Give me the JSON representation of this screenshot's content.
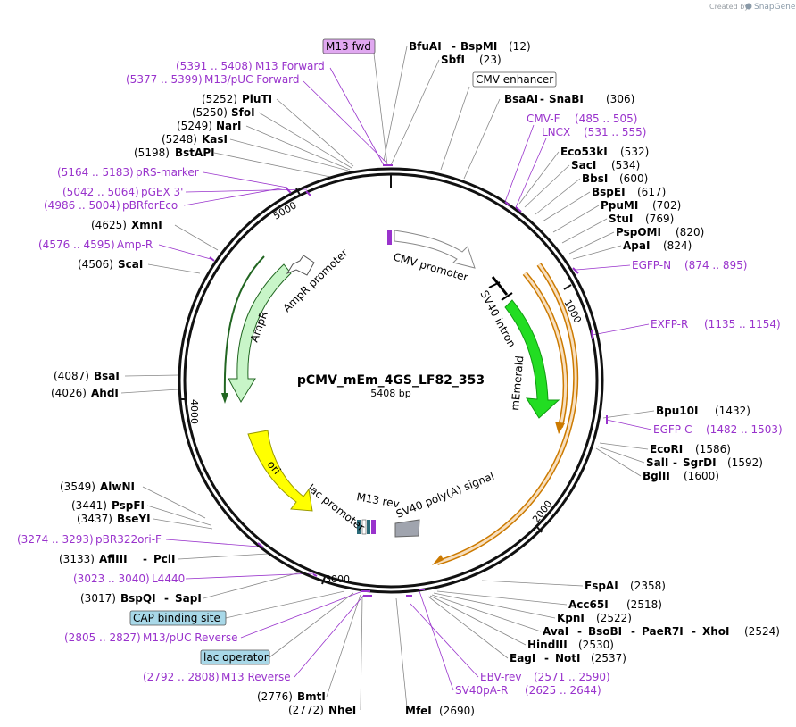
{
  "watermark": {
    "created_by": "Created by",
    "brand": "SnapGene"
  },
  "plasmid": {
    "name": "pCMV_mEm_4GS_LF82_353",
    "length": "5408 bp"
  },
  "ticks": {
    "t1000": "1000",
    "t2000": "2000",
    "t3000": "3000",
    "t4000": "4000",
    "t5000": "5000"
  },
  "boxed": {
    "m13fwd": "M13 fwd",
    "cmv_enhancer": "CMV enhancer",
    "cap_site": "CAP binding site",
    "lac_operator": "lac operator"
  },
  "features": {
    "cmv_promoter": "CMV promoter",
    "sv40_intron": "SV40 intron",
    "memerald": "mEmerald",
    "sv40_polya": "SV40 poly(A) signal",
    "m13rev": "M13 rev",
    "lac_promoter": "lac promoter",
    "ori": "ori",
    "ampr": "AmpR",
    "ampr_promoter": "AmpR promoter"
  },
  "right_enzymes": [
    {
      "name": "BfuAI",
      "name2": "BspMI",
      "pos": "(12)"
    },
    {
      "name": "SbfI",
      "name2": "",
      "pos": "(23)"
    },
    {
      "name": "BsaAI",
      "name2": "SnaBI",
      "pos": "(306)"
    },
    {
      "name": "Eco53kI",
      "name2": "",
      "pos": "(532)"
    },
    {
      "name": "SacI",
      "name2": "",
      "pos": "(534)"
    },
    {
      "name": "BbsI",
      "name2": "",
      "pos": "(600)"
    },
    {
      "name": "BspEI",
      "name2": "",
      "pos": "(617)"
    },
    {
      "name": "PpuMI",
      "name2": "",
      "pos": "(702)"
    },
    {
      "name": "StuI",
      "name2": "",
      "pos": "(769)"
    },
    {
      "name": "PspOMI",
      "name2": "",
      "pos": "(820)"
    },
    {
      "name": "ApaI",
      "name2": "",
      "pos": "(824)"
    },
    {
      "name": "Bpu10I",
      "name2": "",
      "pos": "(1432)"
    },
    {
      "name": "EcoRI",
      "name2": "",
      "pos": "(1586)"
    },
    {
      "name": "SalI",
      "name2": "SgrDI",
      "pos": "(1592)"
    },
    {
      "name": "BglII",
      "name2": "",
      "pos": "(1600)"
    },
    {
      "name": "FspAI",
      "name2": "",
      "pos": "(2358)"
    },
    {
      "name": "Acc65I",
      "name2": "",
      "pos": "(2518)"
    },
    {
      "name": "KpnI",
      "name2": "",
      "pos": "(2522)"
    },
    {
      "name": "AvaI",
      "name2": "BsoBI",
      "name3": "PaeR7I",
      "name4": "XhoI",
      "pos": "(2524)"
    },
    {
      "name": "HindIII",
      "name2": "",
      "pos": "(2530)"
    },
    {
      "name": "EagI",
      "name2": "NotI",
      "pos": "(2537)"
    },
    {
      "name": "MfeI",
      "name2": "",
      "pos": "(2690)"
    }
  ],
  "left_enzymes": [
    {
      "name": "PluTI",
      "pos": "(5252)"
    },
    {
      "name": "SfoI",
      "pos": "(5250)"
    },
    {
      "name": "NarI",
      "pos": "(5249)"
    },
    {
      "name": "KasI",
      "pos": "(5248)"
    },
    {
      "name": "BstAPI",
      "pos": "(5198)"
    },
    {
      "name": "XmnI",
      "pos": "(4625)"
    },
    {
      "name": "ScaI",
      "pos": "(4506)"
    },
    {
      "name": "BsaI",
      "pos": "(4087)"
    },
    {
      "name": "AhdI",
      "pos": "(4026)"
    },
    {
      "name": "AlwNI",
      "pos": "(3549)"
    },
    {
      "name": "PspFI",
      "pos": "(3441)"
    },
    {
      "name": "BseYI",
      "pos": "(3437)"
    },
    {
      "name": "AflIII",
      "name2": "PciI",
      "pos": "(3133)"
    },
    {
      "name": "BspQI",
      "name2": "SapI",
      "pos": "(3017)"
    },
    {
      "name": "BmtI",
      "pos": "(2776)"
    },
    {
      "name": "NheI",
      "pos": "(2772)"
    }
  ],
  "primers": {
    "m13_forward": {
      "range": "(5391 .. 5408)",
      "name": "M13 Forward"
    },
    "m13_puc_forward": {
      "range": "(5377 .. 5399)",
      "name": "M13/pUC Forward"
    },
    "prs_marker": {
      "range": "(5164 .. 5183)",
      "name": "pRS-marker"
    },
    "pgex3": {
      "range": "(5042 .. 5064)",
      "name": "pGEX 3'"
    },
    "pbrforeco": {
      "range": "(4986 .. 5004)",
      "name": "pBRforEco"
    },
    "ampr_primer": {
      "range": "(4576 .. 4595)",
      "name": "Amp-R"
    },
    "cmv_f": {
      "name": "CMV-F",
      "range": "(485 .. 505)"
    },
    "lncx": {
      "name": "LNCX",
      "range": "(531 .. 555)"
    },
    "egfp_n": {
      "name": "EGFP-N",
      "range": "(874 .. 895)"
    },
    "exfp_r": {
      "name": "EXFP-R",
      "range": "(1135 .. 1154)"
    },
    "egfp_c": {
      "name": "EGFP-C",
      "range": "(1482 .. 1503)"
    },
    "pbr322ori": {
      "range": "(3274 .. 3293)",
      "name": "pBR322ori-F"
    },
    "l4440": {
      "range": "(3023 .. 3040)",
      "name": "L4440"
    },
    "m13_puc_reverse": {
      "range": "(2805 .. 2827)",
      "name": "M13/pUC Reverse"
    },
    "m13_reverse": {
      "range": "(2792 .. 2808)",
      "name": "M13 Reverse"
    },
    "ebv_rev": {
      "name": "EBV-rev",
      "range": "(2571 .. 2590)"
    },
    "sv40pa_r": {
      "name": "SV40pA-R",
      "range": "(2625 .. 2644)"
    }
  },
  "colors": {
    "backbone": "#111111",
    "primer": "#9933cc",
    "memerald": "#22dd22",
    "orf_outline": "#cc7a00",
    "orf_fill": "#f8e0c0",
    "ampr_fill": "#c8f5c8",
    "ampr_stroke": "#226622",
    "ori": "#ffff00",
    "polya": "#a0a4ae",
    "boxed_m13": "#e0a8f0",
    "boxed_cap": "#a8d8e8"
  }
}
